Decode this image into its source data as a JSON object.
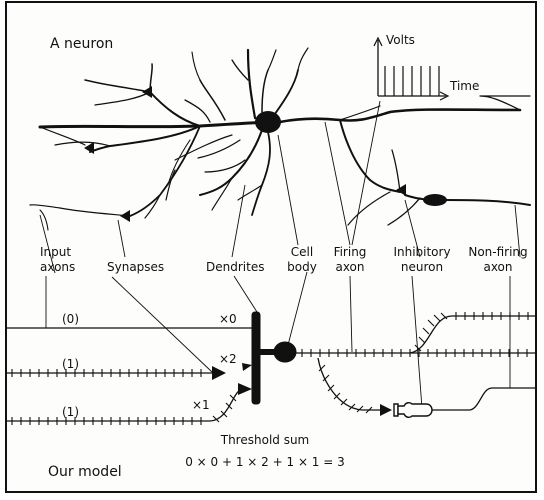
{
  "titles": {
    "neuron": "A neuron",
    "model": "Our model"
  },
  "oscilloscope": {
    "y_label": "Volts",
    "x_label": "Time"
  },
  "labels": {
    "input_axons": [
      "Input",
      "axons"
    ],
    "synapses": "Synapses",
    "dendrites": "Dendrites",
    "cell_body": [
      "Cell",
      "body"
    ],
    "firing_axon": [
      "Firing",
      "axon"
    ],
    "inhibitory_neuron": [
      "Inhibitory",
      "neuron"
    ],
    "non_firing_axon": [
      "Non-firing",
      "axon"
    ]
  },
  "inputs": [
    {
      "signal": "(0)",
      "weight": "×0"
    },
    {
      "signal": "(1)",
      "weight": "×2"
    },
    {
      "signal": "(1)",
      "weight": "×1"
    }
  ],
  "threshold": {
    "title": "Threshold sum",
    "equation": "0 × 0 + 1 × 2 + 1 × 1 = 3"
  },
  "colors": {
    "ink": "#111111",
    "paper": "#fdfdfc"
  }
}
